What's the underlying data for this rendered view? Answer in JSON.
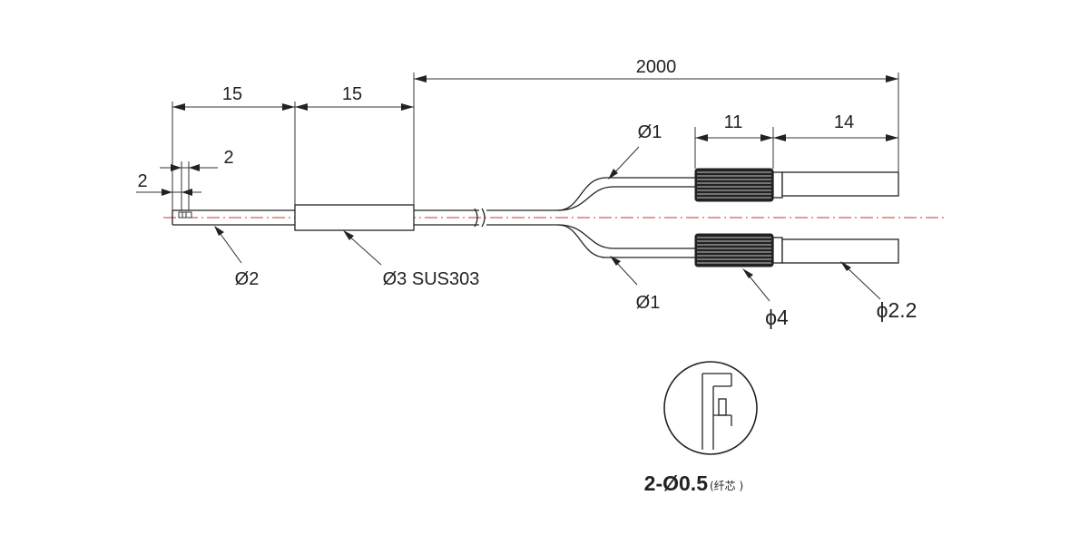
{
  "dimensions": {
    "tip_length": "2",
    "tip_gap": "2",
    "probe_length_1": "15",
    "probe_length_2": "15",
    "cable_length": "2000",
    "knurl_length": "11",
    "end_length": "14"
  },
  "callouts": {
    "tip_diameter": "Ø2",
    "sleeve_spec": "Ø3 SUS303",
    "fiber_upper": "Ø1",
    "fiber_lower": "Ø1",
    "knurl_diameter": "ϕ4",
    "end_diameter": "ϕ2.2"
  },
  "detail": {
    "label_main": "2-Ø0.5",
    "label_note": "(纤芯 )"
  },
  "colors": {
    "line": "#222222",
    "center_line": "#c0392b"
  }
}
